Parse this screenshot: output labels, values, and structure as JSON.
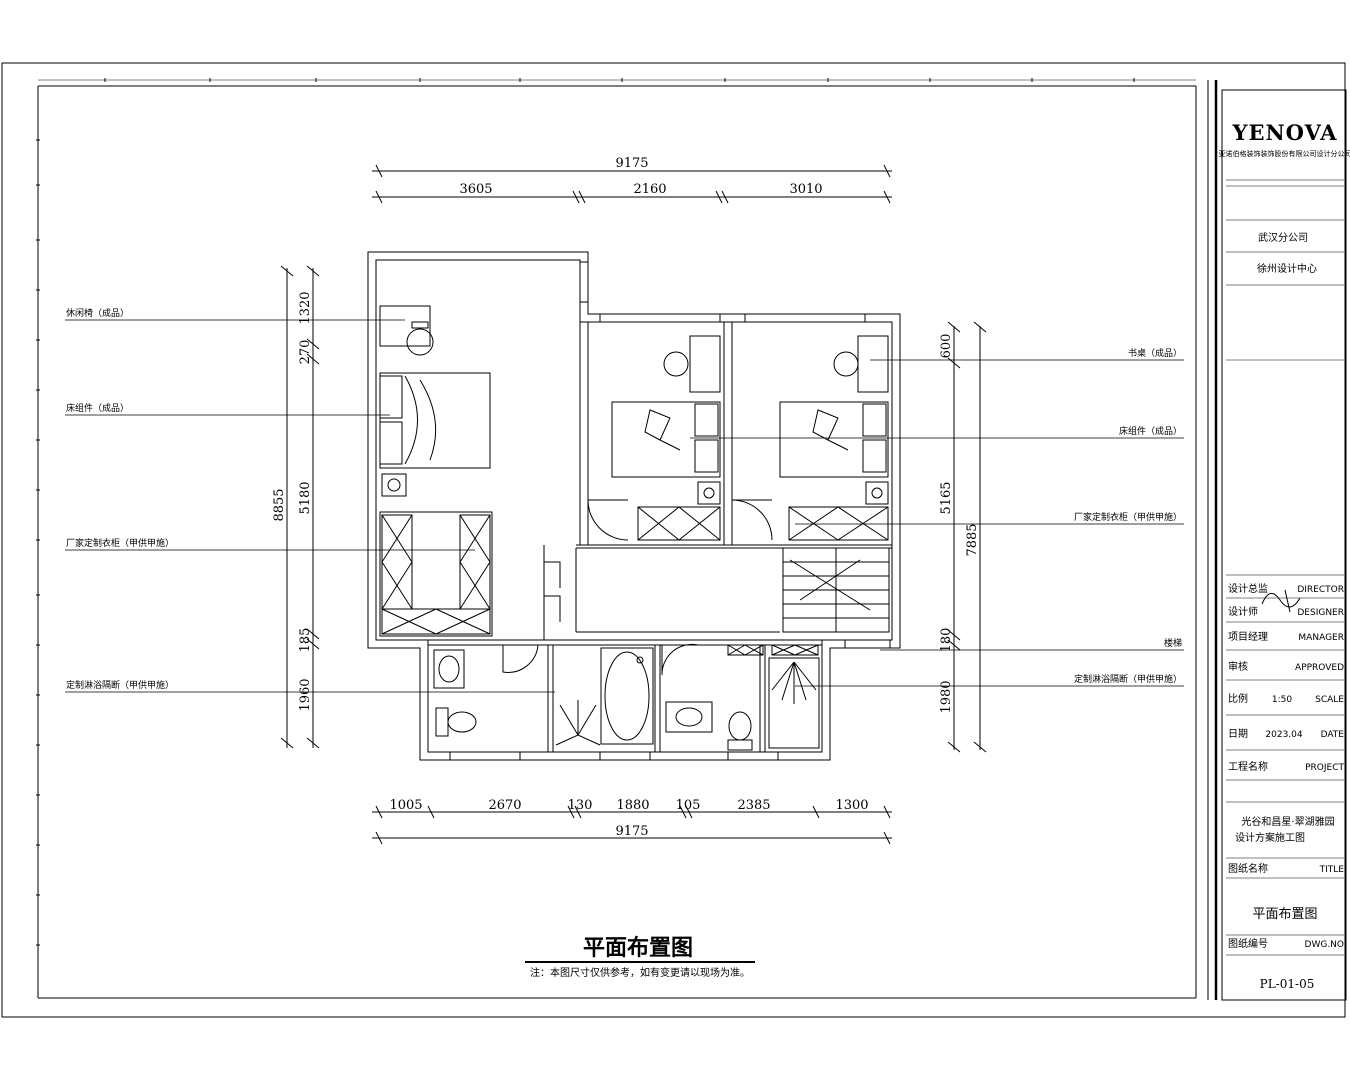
{
  "drawing": {
    "title": "平面布置图",
    "note": "注：本图尺寸仅供参考，如有变更请以现场为准。",
    "dims_top_total": "9175",
    "dims_top_parts": [
      "3605",
      "2160",
      "3010"
    ],
    "dims_bottom_parts": [
      "1005",
      "2670",
      "130",
      "1880",
      "105",
      "2385",
      "1300"
    ],
    "dims_bottom_total": "9175",
    "dims_left_outer": "8855",
    "dims_left_parts": [
      "1320",
      "270",
      "5180",
      "185",
      "1960"
    ],
    "dims_right_parts": [
      "600",
      "5165",
      "180",
      "1980"
    ],
    "dims_right_total": "7885"
  },
  "labels_left": [
    "休闲椅（成品）",
    "床组件（成品）",
    "厂家定制衣柜（甲供甲施）",
    "定制淋浴隔断（甲供甲施）"
  ],
  "labels_right": [
    "书桌（成品）",
    "床组件（成品）",
    "厂家定制衣柜（甲供甲施）",
    "楼梯",
    "定制淋浴隔断（甲供甲施）"
  ],
  "title_block": {
    "logo": "YENOVA",
    "company_cn": "亚诺伯格装饰装饰股份有限公司设计分公司",
    "branch": "武汉分公司",
    "center": "徐州设计中心",
    "rows": [
      {
        "cn": "设计总监",
        "en": "DIRECTOR"
      },
      {
        "cn": "设计师",
        "en": "DESIGNER"
      },
      {
        "cn": "项目经理",
        "en": "MANAGER"
      },
      {
        "cn": "审核",
        "en": "APPROVED"
      },
      {
        "cn": "比例",
        "mid": "1:50",
        "en": "SCALE"
      },
      {
        "cn": "日期",
        "mid": "2023.04",
        "en": "DATE"
      },
      {
        "cn": "工程名称",
        "en": "PROJECT"
      }
    ],
    "project_name_1": "光谷和昌星·翠湖雅园",
    "project_name_2": "设计方案施工图",
    "drawing_name_label": "图纸名称",
    "drawing_name_en": "TITLE",
    "drawing_name": "平面布置图",
    "drawing_no_label": "图纸编号",
    "drawing_no_en": "DWG.NO",
    "drawing_no": "PL-01-05"
  }
}
